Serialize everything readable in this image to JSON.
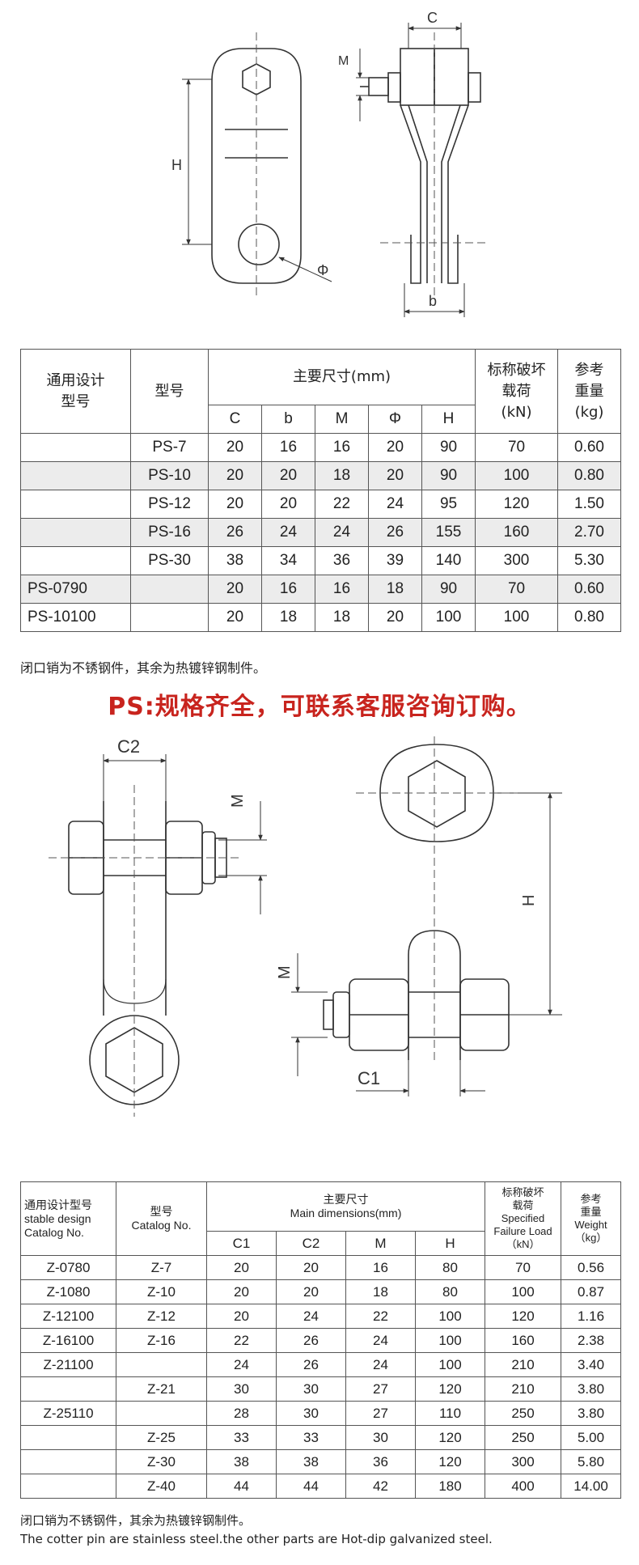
{
  "top_drawing": {
    "labels": {
      "c": "C",
      "m": "M",
      "h": "H",
      "phi": "Φ",
      "b": "b"
    }
  },
  "table1": {
    "headers": {
      "general_model": "通用设计\n型号",
      "model": "型号",
      "main_dims": "主要尺寸(mm)",
      "load": "标称破坏\n载荷\n(kN)",
      "weight": "参考\n重量\n(kg)",
      "cols": [
        "C",
        "b",
        "M",
        "Φ",
        "H"
      ]
    },
    "rows": [
      {
        "general": "",
        "model": "PS-7",
        "c": "20",
        "b": "16",
        "m": "16",
        "phi": "20",
        "h": "90",
        "load": "70",
        "weight": "0.60"
      },
      {
        "general": "",
        "model": "PS-10",
        "c": "20",
        "b": "20",
        "m": "18",
        "phi": "20",
        "h": "90",
        "load": "100",
        "weight": "0.80"
      },
      {
        "general": "",
        "model": "PS-12",
        "c": "20",
        "b": "20",
        "m": "22",
        "phi": "24",
        "h": "95",
        "load": "120",
        "weight": "1.50"
      },
      {
        "general": "",
        "model": "PS-16",
        "c": "26",
        "b": "24",
        "m": "24",
        "phi": "26",
        "h": "155",
        "load": "160",
        "weight": "2.70"
      },
      {
        "general": "",
        "model": "PS-30",
        "c": "38",
        "b": "34",
        "m": "36",
        "phi": "39",
        "h": "140",
        "load": "300",
        "weight": "5.30"
      },
      {
        "general": "PS-0790",
        "model": "",
        "c": "20",
        "b": "16",
        "m": "16",
        "phi": "18",
        "h": "90",
        "load": "70",
        "weight": "0.60"
      },
      {
        "general": "PS-10100",
        "model": "",
        "c": "20",
        "b": "18",
        "m": "18",
        "phi": "20",
        "h": "100",
        "load": "100",
        "weight": "0.80"
      }
    ],
    "note": "闭口销为不锈钢件，其余为热镀锌钢制件。"
  },
  "promo": "PS:规格齐全，可联系客服咨询订购。",
  "bottom_drawing": {
    "labels": {
      "c2": "C2",
      "m_left": "M",
      "h": "H",
      "m_right": "M",
      "c1": "C1"
    }
  },
  "table2": {
    "headers": {
      "general_model": "通用设计型号\nstable design\nCatalog No.",
      "model": "型号\nCatalog No.",
      "main_dims": "主要尺寸\nMain dimensions(mm)",
      "load": "标称破坏\n载荷\nSpecified\nFailure Load\n（kN）",
      "weight": "参考\n重量\nWeight\n（kg）",
      "cols": [
        "C1",
        "C2",
        "M",
        "H"
      ]
    },
    "rows": [
      {
        "general": "Z-0780",
        "model": "Z-7",
        "c1": "20",
        "c2": "20",
        "m": "16",
        "h": "80",
        "load": "70",
        "weight": "0.56"
      },
      {
        "general": "Z-1080",
        "model": "Z-10",
        "c1": "20",
        "c2": "20",
        "m": "18",
        "h": "80",
        "load": "100",
        "weight": "0.87"
      },
      {
        "general": "Z-12100",
        "model": "Z-12",
        "c1": "20",
        "c2": "24",
        "m": "22",
        "h": "100",
        "load": "120",
        "weight": "1.16"
      },
      {
        "general": "Z-16100",
        "model": "Z-16",
        "c1": "22",
        "c2": "26",
        "m": "24",
        "h": "100",
        "load": "160",
        "weight": "2.38"
      },
      {
        "general": "Z-21100",
        "model": "",
        "c1": "24",
        "c2": "26",
        "m": "24",
        "h": "100",
        "load": "210",
        "weight": "3.40"
      },
      {
        "general": "",
        "model": "Z-21",
        "c1": "30",
        "c2": "30",
        "m": "27",
        "h": "120",
        "load": "210",
        "weight": "3.80"
      },
      {
        "general": "Z-25110",
        "model": "",
        "c1": "28",
        "c2": "30",
        "m": "27",
        "h": "110",
        "load": "250",
        "weight": "3.80"
      },
      {
        "general": "",
        "model": "Z-25",
        "c1": "33",
        "c2": "33",
        "m": "30",
        "h": "120",
        "load": "250",
        "weight": "5.00"
      },
      {
        "general": "",
        "model": "Z-30",
        "c1": "38",
        "c2": "38",
        "m": "36",
        "h": "120",
        "load": "300",
        "weight": "5.80"
      },
      {
        "general": "",
        "model": "Z-40",
        "c1": "44",
        "c2": "44",
        "m": "42",
        "h": "180",
        "load": "400",
        "weight": "14.00"
      }
    ],
    "note_cn": "闭口销为不锈钢件，其余为热镀锌钢制件。",
    "note_en": "The cotter pin are stainless steel.the other parts are Hot-dip galvanized steel."
  }
}
